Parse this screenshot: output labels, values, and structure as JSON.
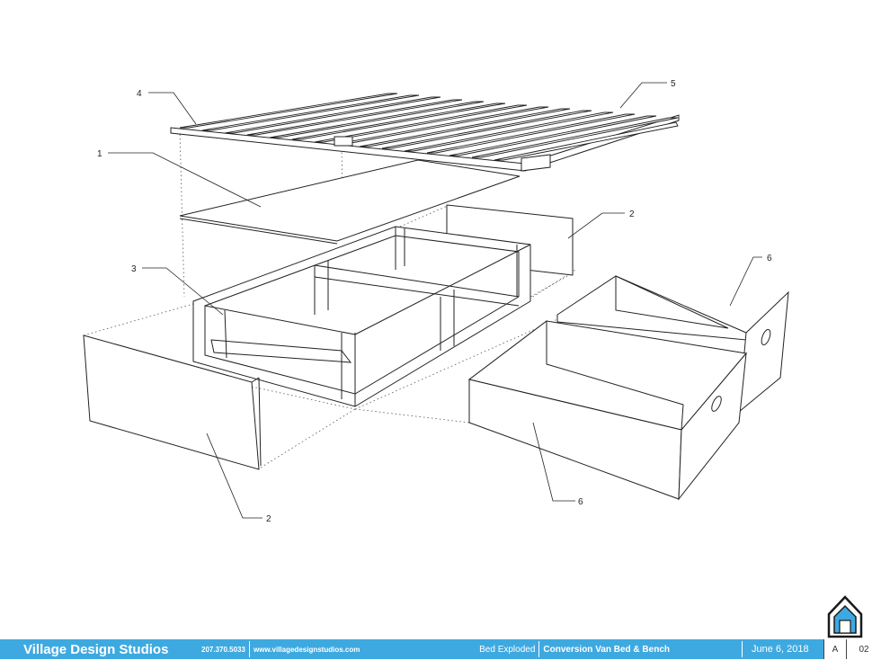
{
  "callouts": [
    {
      "id": "c4",
      "label": "4"
    },
    {
      "id": "c5",
      "label": "5"
    },
    {
      "id": "c1",
      "label": "1"
    },
    {
      "id": "c2a",
      "label": "2"
    },
    {
      "id": "c3",
      "label": "3"
    },
    {
      "id": "c6a",
      "label": "6"
    },
    {
      "id": "c2b",
      "label": "2"
    },
    {
      "id": "c6b",
      "label": "6"
    }
  ],
  "title_block": {
    "studio_name": "Village Design Studios",
    "phone": "207.370.5033",
    "website": "www.villagedesignstudios.com",
    "sheet_description": "Bed Exploded",
    "project_title": "Conversion Van Bed & Bench",
    "date": "June 6, 2018",
    "revision": "A",
    "sheet_number": "02"
  },
  "colors": {
    "title_bar": "#3ea9e0",
    "logo_blue": "#3ea9e0",
    "line": "#222222"
  }
}
